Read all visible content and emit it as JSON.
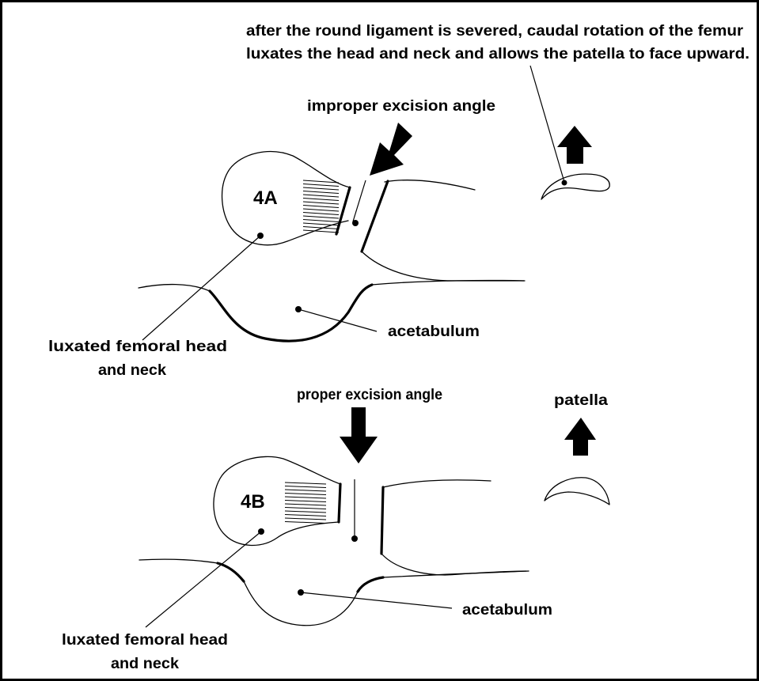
{
  "top_note": {
    "line1": "after the round ligament is severed, caudal rotation of the femur",
    "line2": "luxates the head and neck and allows the patella to face upward."
  },
  "panel_a": {
    "id_label": "4A",
    "excision_label": "improper excision angle",
    "femoral_label_line1": "luxated femoral head",
    "femoral_label_line2": "and neck",
    "acetabulum_label": "acetabulum"
  },
  "panel_b": {
    "id_label": "4B",
    "excision_label": "proper excision angle",
    "patella_label": "patella",
    "femoral_label_line1": "luxated femoral head",
    "femoral_label_line2": "and neck",
    "acetabulum_label": "acetabulum"
  }
}
